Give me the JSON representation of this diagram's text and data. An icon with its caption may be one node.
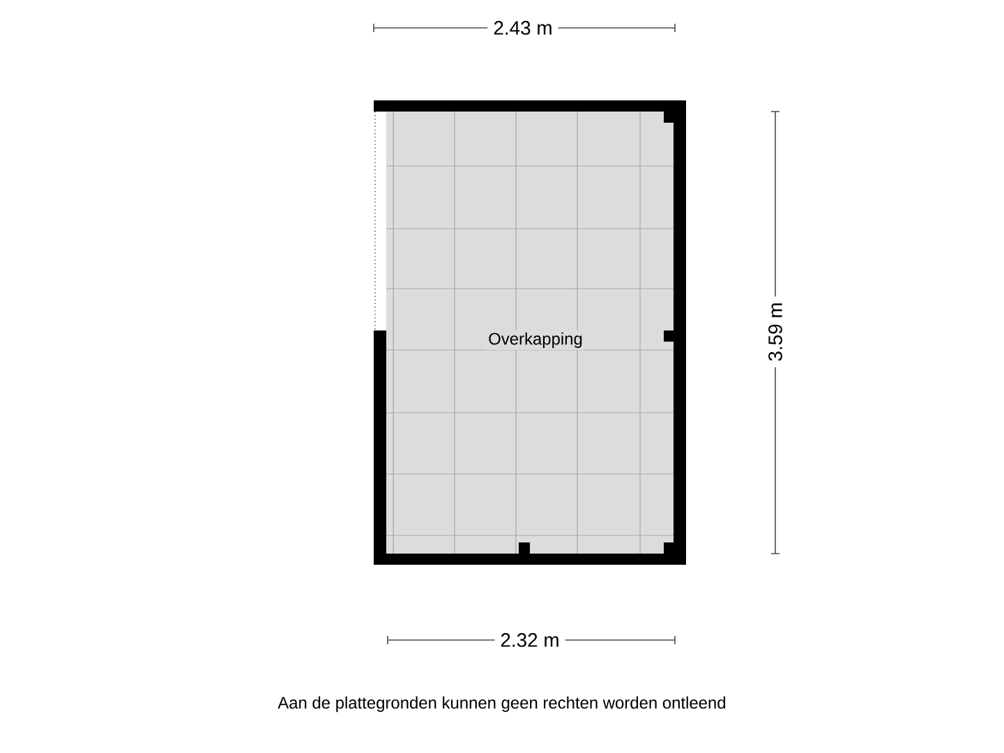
{
  "diagram": {
    "caption": "Aan de plattegronden kunnen geen rechten worden ontleend",
    "nodes": [
      {
        "text": [
          "Overkapping"
        ]
      }
    ],
    "labels": [
      "2.43 m",
      "3.59 m",
      "2.32 m"
    ]
  }
}
